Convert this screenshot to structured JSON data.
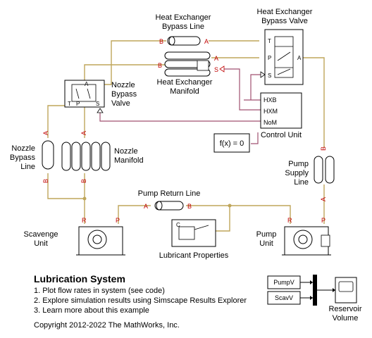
{
  "blocks": {
    "heat_exchanger_bypass_line": {
      "label_line1": "Heat Exchanger",
      "label_line2": "Bypass Line"
    },
    "heat_exchanger_bypass_valve": {
      "label_line1": "Heat Exchanger",
      "label_line2": "Bypass Valve"
    },
    "heat_exchanger_manifold": {
      "label_line1": "Heat Exchanger",
      "label_line2": "Manifold"
    },
    "nozzle_bypass_valve": {
      "label_line1": "Nozzle",
      "label_line2": "Bypass",
      "label_line3": "Valve"
    },
    "control_unit": {
      "label": "Control Unit",
      "ports": [
        "HXB",
        "HXM",
        "NoM"
      ]
    },
    "fx_block": {
      "label": "f(x) = 0"
    },
    "nozzle_bypass_line": {
      "label_line1": "Nozzle",
      "label_line2": "Bypass",
      "label_line3": "Line"
    },
    "nozzle_manifold": {
      "label_line1": "Nozzle",
      "label_line2": "Manifold"
    },
    "pump_supply_line": {
      "label_line1": "Pump",
      "label_line2": "Supply",
      "label_line3": "Line"
    },
    "pump_return_line": {
      "label": "Pump Return Line"
    },
    "scavenge_unit": {
      "label_line1": "Scavenge",
      "label_line2": "Unit"
    },
    "lubricant_properties": {
      "label": "Lubricant Properties"
    },
    "pump_unit": {
      "label_line1": "Pump",
      "label_line2": "Unit"
    },
    "mux": {
      "inputs": [
        "PumpV",
        "ScavV"
      ]
    },
    "reservoir_volume": {
      "label_line1": "Reservoir",
      "label_line2": "Volume"
    }
  },
  "ports": {
    "a": "A",
    "b": "B",
    "p": "P",
    "r": "R",
    "s": "S",
    "t": "T"
  },
  "info": {
    "title": "Lubrication System",
    "items": [
      "1. Plot flow rates in system (see code)",
      "2. Explore simulation results using Simscape Results Explorer",
      "3. Learn more about this example"
    ],
    "copyright": "Copyright 2012-2022 The MathWorks, Inc."
  },
  "colors": {
    "pipe": "#bfa65a",
    "signal": "#a05070",
    "port_label": "#c00000"
  }
}
